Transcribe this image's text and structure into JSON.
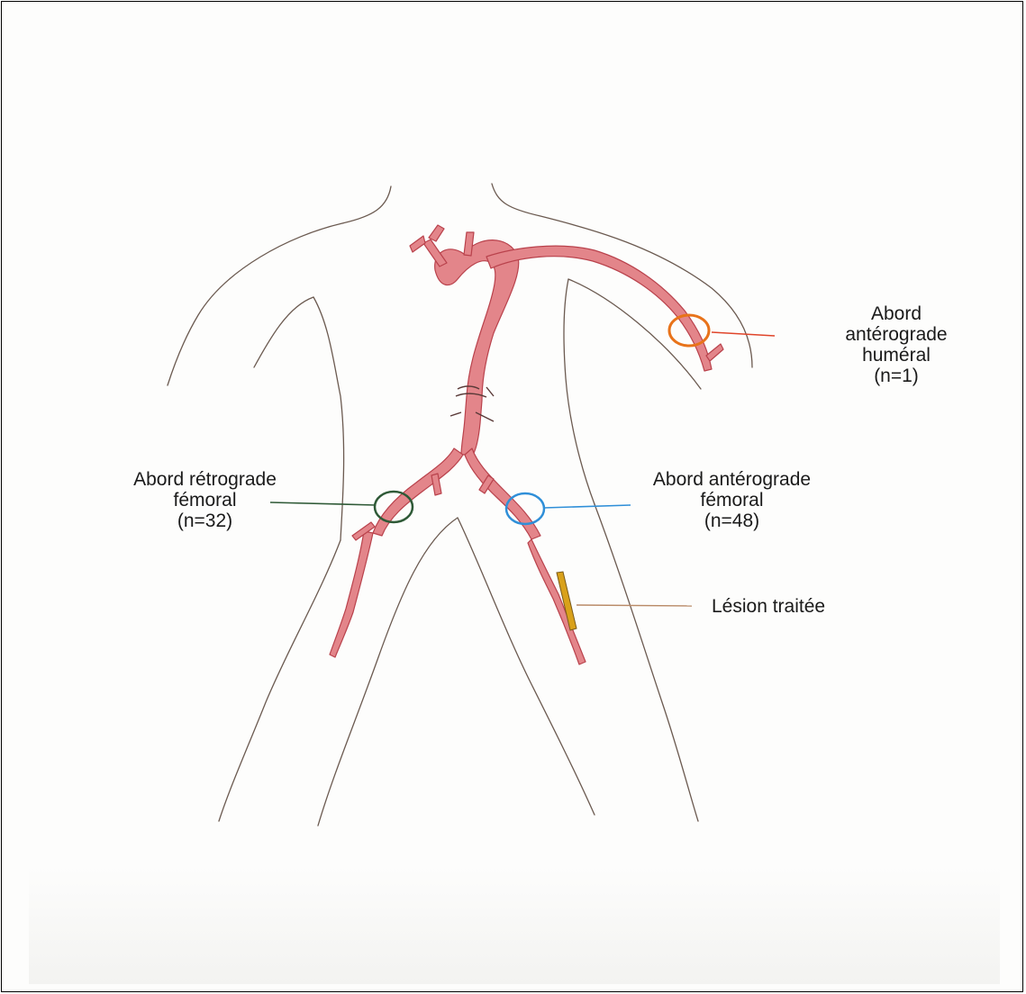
{
  "annotations": {
    "humeral": {
      "lines": [
        "Abord",
        "antérograde",
        "huméral",
        "(n=1)"
      ],
      "color": "#e8731a"
    },
    "femoral_retrograde": {
      "lines": [
        "Abord rétrograde",
        "fémoral",
        "(n=32)"
      ],
      "color": "#2f5a37"
    },
    "femoral_anterograde": {
      "lines": [
        "Abord antérograde",
        "fémoral",
        "(n=48)"
      ],
      "color": "#2f8fd8"
    },
    "lesion": {
      "text": "Lésion traitée",
      "color": "#d9a11a"
    }
  },
  "colors": {
    "artery_fill": "#e3858a",
    "artery_stroke": "#b9424c",
    "body_outline": "#6b5a50",
    "humeral_leader": "#e0452a",
    "lesion_leader": "#b98a67"
  }
}
